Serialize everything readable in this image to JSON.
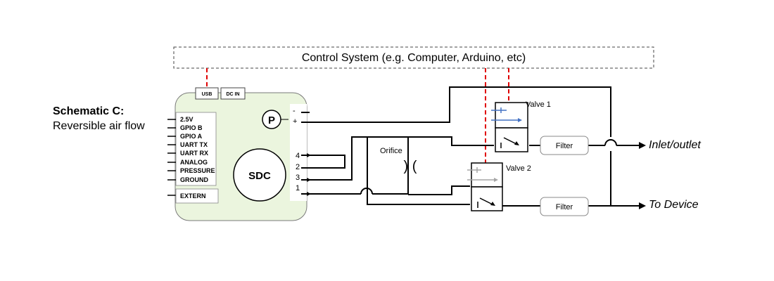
{
  "title": "Schematic C:",
  "subtitle": "Reversible air flow",
  "control_system": "Control System (e.g. Computer, Arduino, etc)",
  "usb": "USB",
  "dc_in": "DC IN",
  "pins": [
    "2.5V",
    "GPIO B",
    "GPIO A",
    "UART TX",
    "UART RX",
    "ANALOG",
    "PRESSURE",
    "GROUND"
  ],
  "extern": "EXTERN",
  "pressure_symbol": "P",
  "minus": "-",
  "plus": "+",
  "sdc": "SDC",
  "ports": [
    "4",
    "2",
    "3",
    "1"
  ],
  "orifice": "Orifice",
  "orifice_symbol": ") (",
  "valve1": "Valve 1",
  "valve2": "Valve 2",
  "filter_top": "Filter",
  "filter_bottom": "Filter",
  "inlet_outlet": "Inlet/outlet",
  "to_device": "To Device",
  "colors": {
    "board": "#ebf5de",
    "signal": "#e00000",
    "valve1_arrow": "#4472c4",
    "valve2_arrow": "#a6a6a6"
  }
}
